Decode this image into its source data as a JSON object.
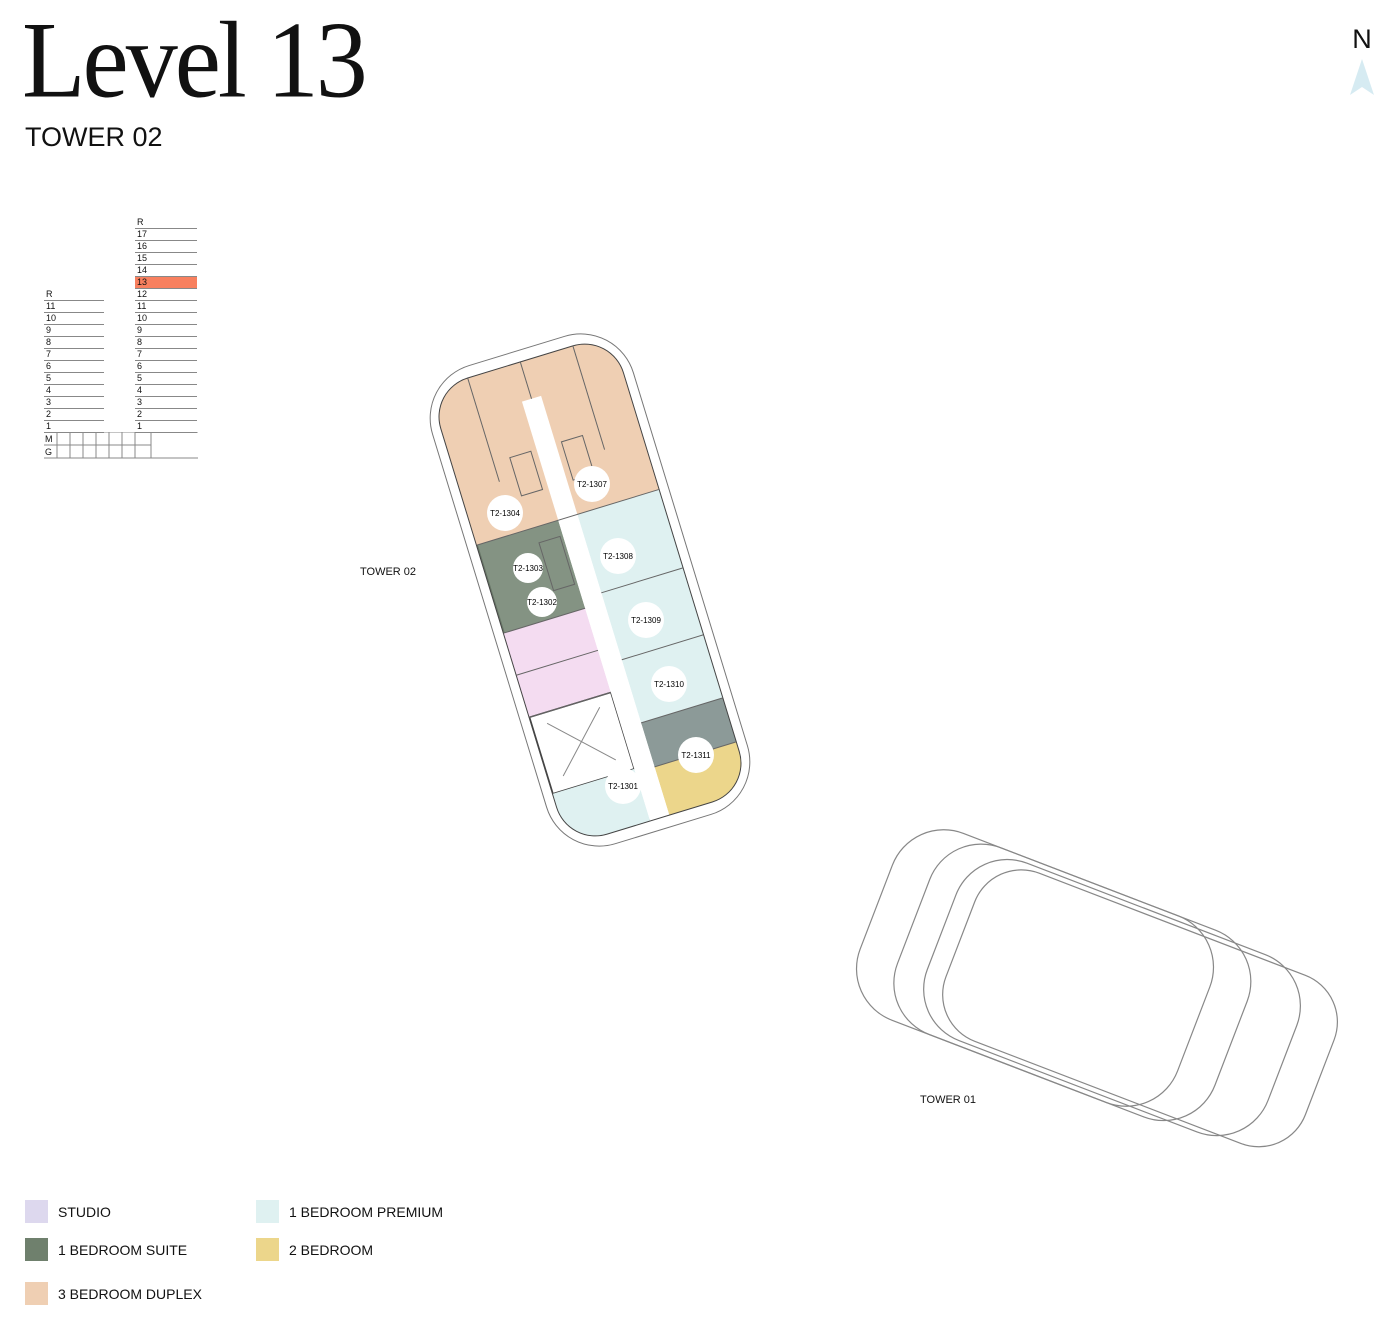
{
  "header": {
    "title": "Level 13",
    "subtitle": "TOWER 02",
    "north": "N"
  },
  "colors": {
    "studio": "#ddd8ee",
    "suite": "#6f806d",
    "duplex": "#efcfb3",
    "premium": "#dff1f1",
    "two_bed": "#ecd68b",
    "active_floor": "#f8805f"
  },
  "stack_left": [
    "R",
    "11",
    "10",
    "9",
    "8",
    "7",
    "6",
    "5",
    "4",
    "3",
    "2",
    "1",
    "M",
    "G"
  ],
  "stack_right": [
    "R",
    "17",
    "16",
    "15",
    "14",
    "13",
    "12",
    "11",
    "10",
    "9",
    "8",
    "7",
    "6",
    "5",
    "4",
    "3",
    "2",
    "1"
  ],
  "active_floor": "13",
  "plan": {
    "tower2_label": "TOWER 02",
    "tower1_label": "TOWER 01",
    "units": [
      "T2-1307",
      "T2-1304",
      "T2-1308",
      "T2-1303",
      "T2-1302",
      "T2-1309",
      "T2-1310",
      "T2-1311",
      "T2-1301"
    ]
  },
  "legend": [
    {
      "label": "STUDIO"
    },
    {
      "label": "1 BEDROOM SUITE"
    },
    {
      "label": "3 BEDROOM DUPLEX"
    },
    {
      "label": "1 BEDROOM PREMIUM"
    },
    {
      "label": "2  BEDROOM"
    }
  ]
}
